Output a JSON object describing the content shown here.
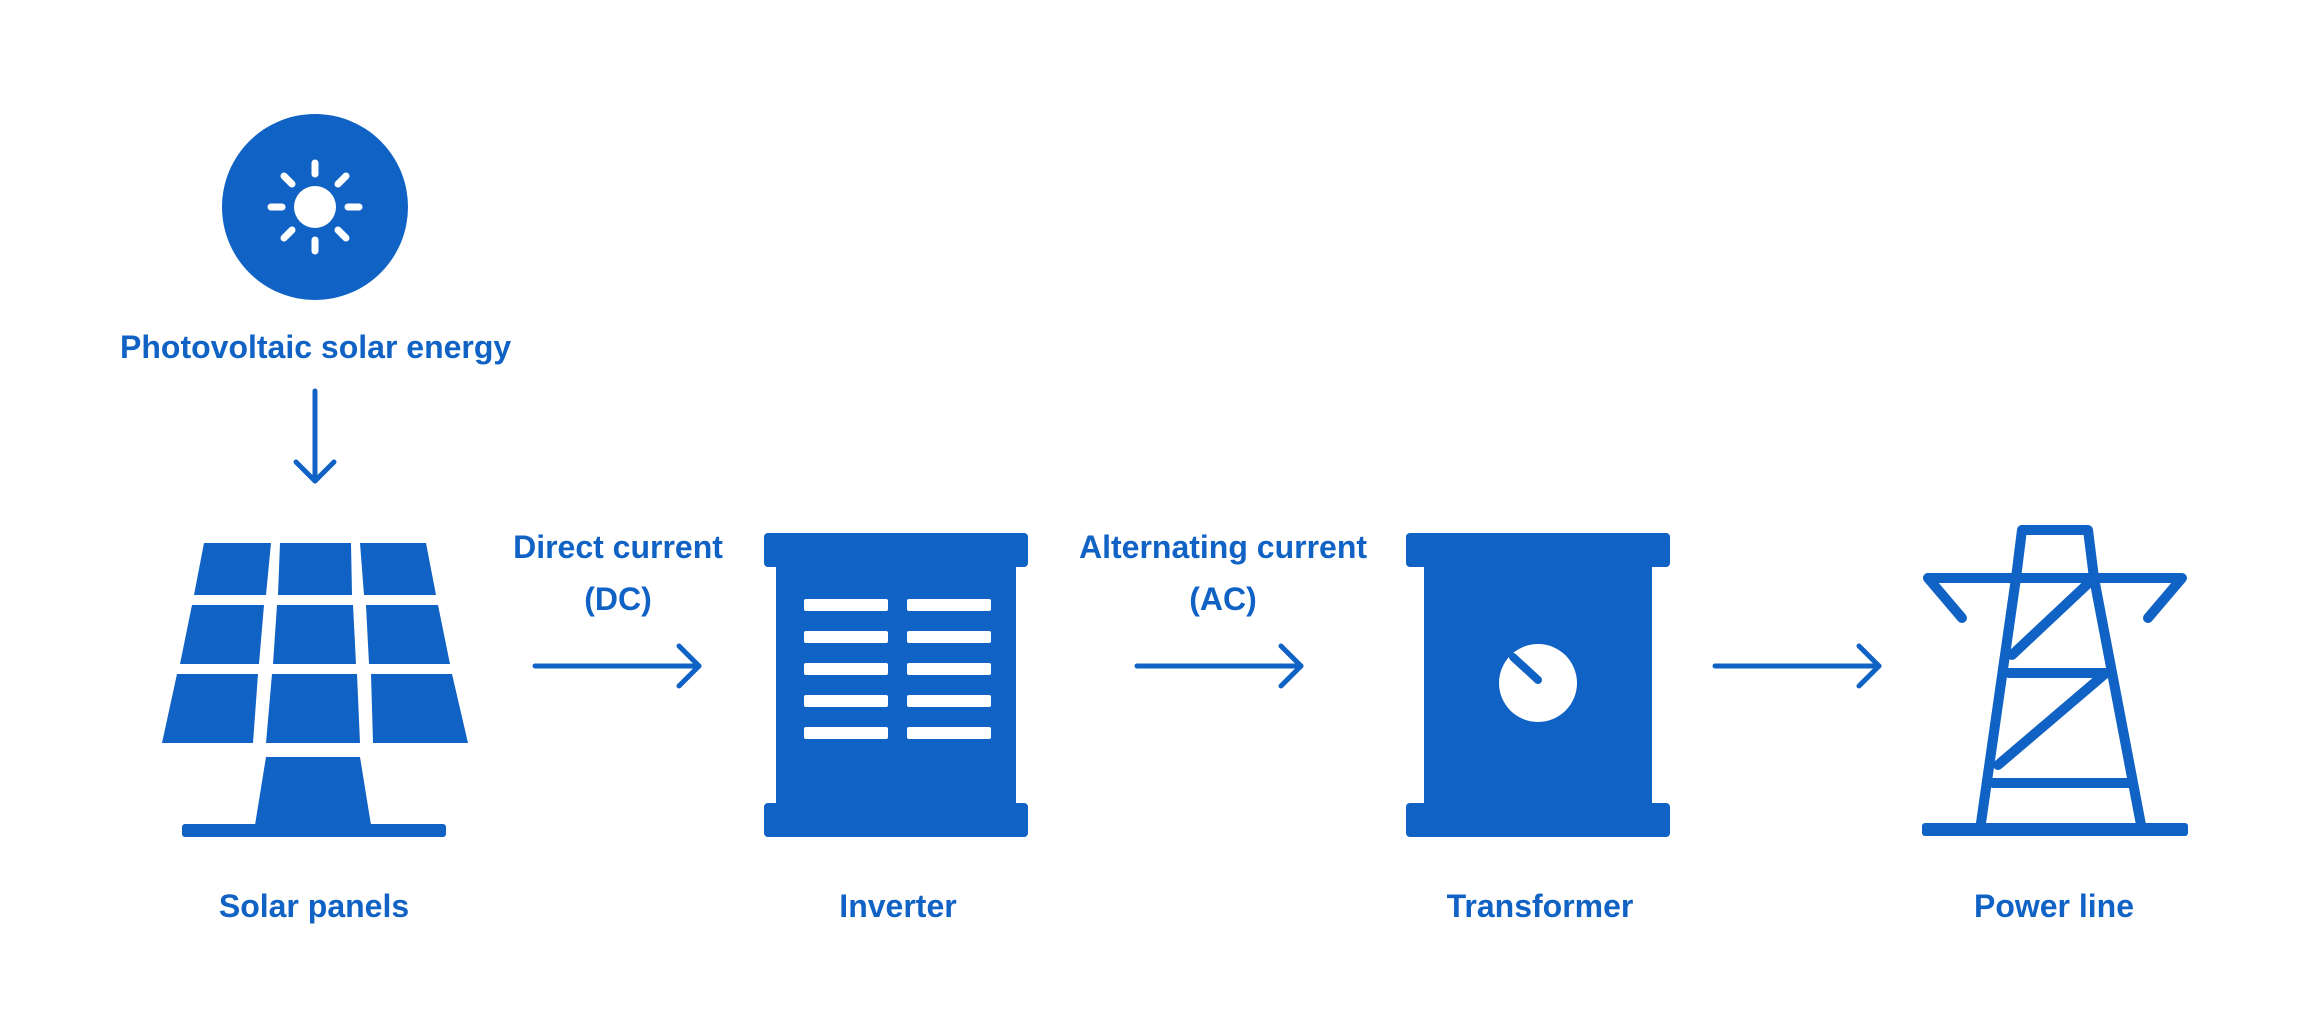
{
  "diagram": {
    "accent_color": "#1062c4",
    "source": {
      "label": "Photovoltaic solar energy",
      "icon": "sun-icon"
    },
    "stages": [
      {
        "label": "Solar panels",
        "icon": "solar-panel-icon"
      },
      {
        "label": "Inverter",
        "icon": "inverter-icon"
      },
      {
        "label": "Transformer",
        "icon": "transformer-icon"
      },
      {
        "label": "Power line",
        "icon": "power-pylon-icon"
      }
    ],
    "connections": [
      {
        "label_line1": "Direct current",
        "label_line2": "(DC)"
      },
      {
        "label_line1": "Alternating current",
        "label_line2": "(AC)"
      },
      {
        "label_line1": "",
        "label_line2": ""
      }
    ]
  }
}
